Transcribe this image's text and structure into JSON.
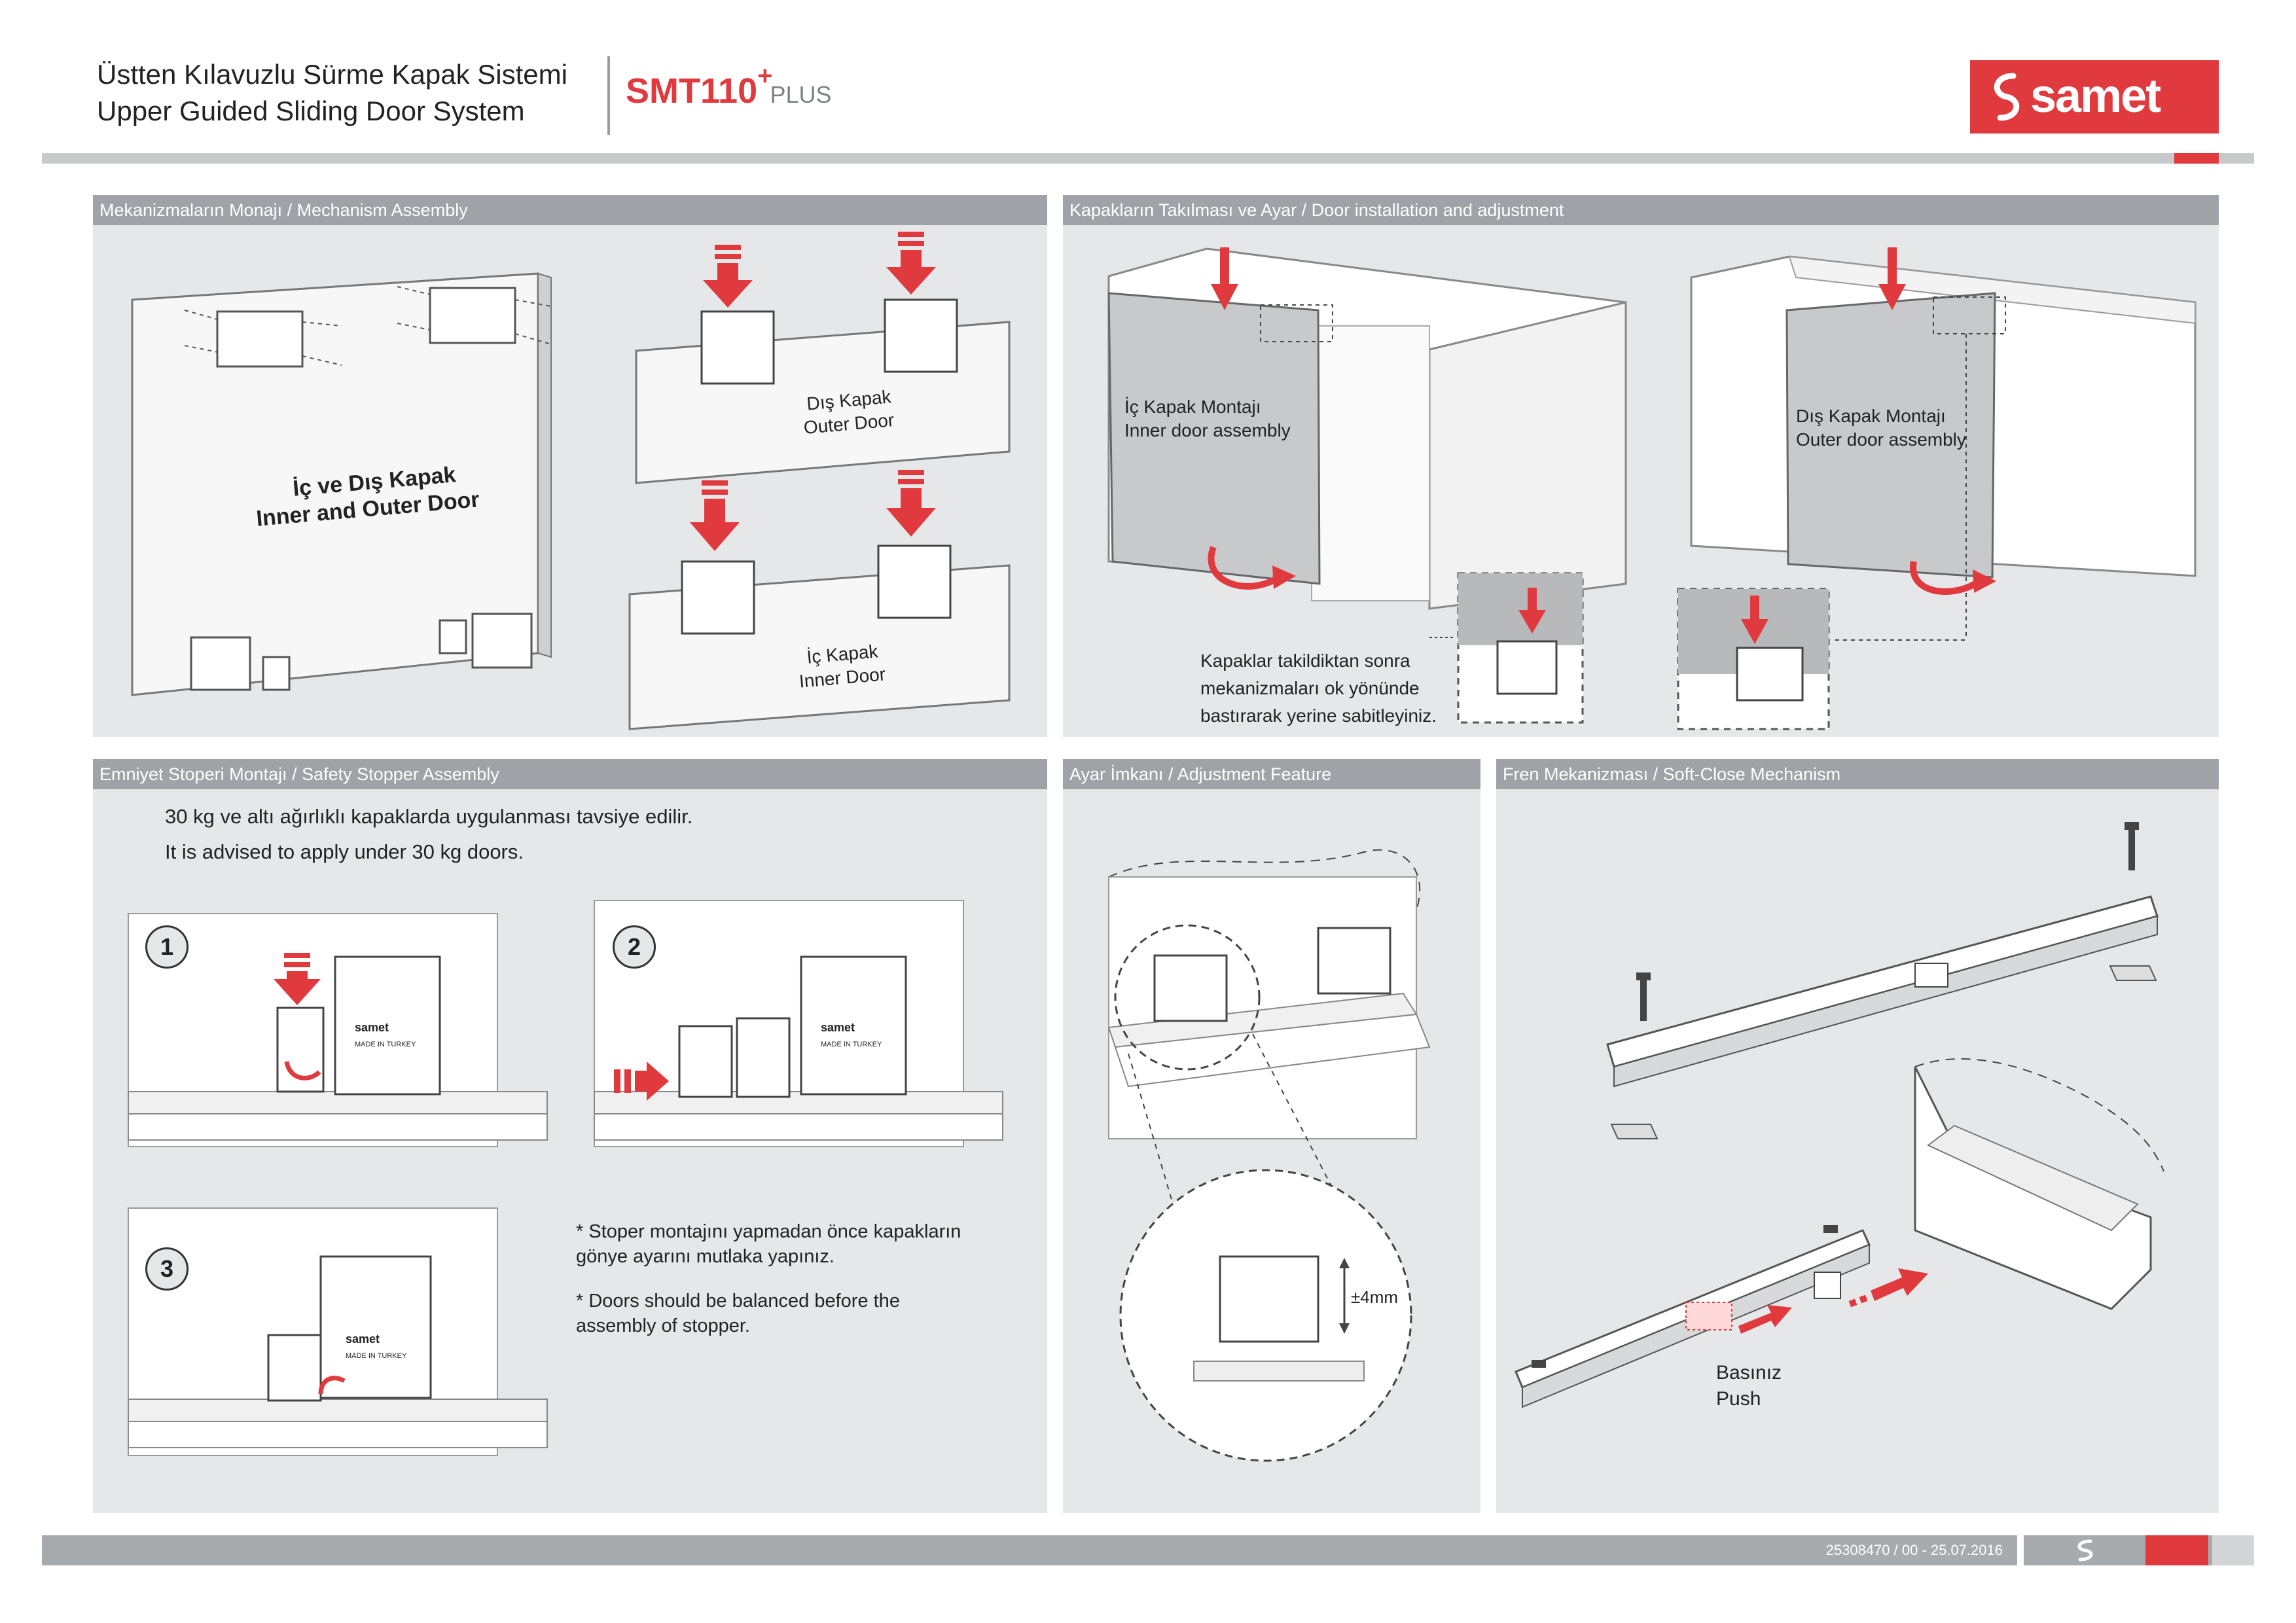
{
  "header": {
    "title_tr": "Üstten Kılavuzlu Sürme Kapak Sistemi",
    "title_en": "Upper Guided Sliding Door System",
    "model": "SMT110",
    "model_sup": "+",
    "model_suffix": "PLUS",
    "brand": "samet"
  },
  "colors": {
    "brand_red": "#e03a3e",
    "panel_bg": "#e6e7e8",
    "panel_header": "#9fa3a7",
    "bar_gray": "#a7abae"
  },
  "sections": {
    "mechanism": {
      "title": "Mekanizmaların Monajı / Mechanism Assembly",
      "door_label_tr": "İç ve Dış Kapak",
      "door_label_en": "Inner and Outer Door",
      "outer_tr": "Dış Kapak",
      "outer_en": "Outer Door",
      "inner_tr": "İç Kapak",
      "inner_en": "Inner Door"
    },
    "installation": {
      "title": "Kapakların Takılması ve Ayar / Door installation and adjustment",
      "inner_tr": "İç Kapak Montajı",
      "inner_en": "Inner door assembly",
      "outer_tr": "Dış Kapak Montajı",
      "outer_en": "Outer door assembly",
      "note_1": "Kapaklar takildiktan sonra",
      "note_2": "mekanizmaları ok yönünde",
      "note_3": "bastırarak yerine sabitleyiniz."
    },
    "stopper": {
      "title": "Emniyet Stoperi Montajı / Safety Stopper Assembly",
      "advice_tr": "30 kg ve altı ağırlıklı kapaklarda uygulanması tavsiye edilir.",
      "advice_en": "It is advised to apply under 30 kg doors.",
      "steps": [
        "1",
        "2",
        "3"
      ],
      "note_tr_1": "* Stoper montajını yapmadan önce kapakların",
      "note_tr_2": "gönye ayarını mutlaka yapınız.",
      "note_en_1": "* Doors should be balanced before the",
      "note_en_2": "assembly of stopper.",
      "product_brand": "samet",
      "product_origin": "MADE IN TURKEY"
    },
    "adjustment": {
      "title": "Ayar İmkanı / Adjustment Feature",
      "tolerance": "±4mm"
    },
    "softclose": {
      "title": "Fren Mekanizması / Soft-Close Mechanism",
      "push_tr": "Basınız",
      "push_en": "Push"
    }
  },
  "footer": {
    "doc_code": "25308470 / 00 - 25.07.2016"
  }
}
